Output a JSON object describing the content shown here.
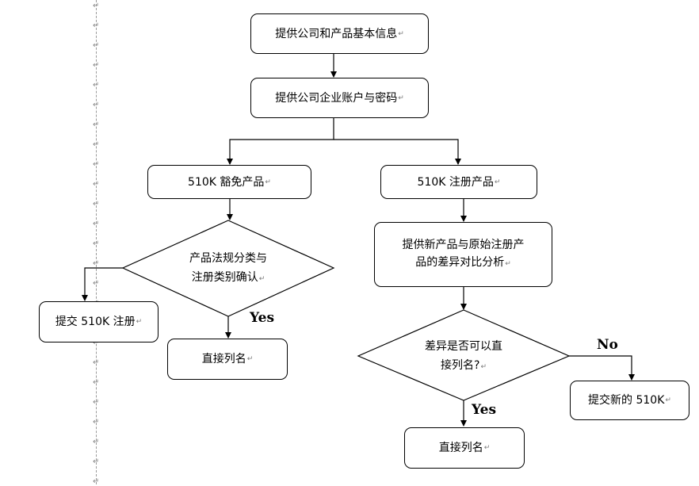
{
  "flowchart": {
    "nodes": {
      "n1": {
        "text": "提供公司和产品基本信息",
        "mark": "↵"
      },
      "n2": {
        "text": "提供公司企业账户与密码",
        "mark": "↵"
      },
      "n3": {
        "text": "510K 豁免产品",
        "mark": "↵"
      },
      "n4": {
        "text": "510K 注册产品",
        "mark": "↵"
      },
      "d1": {
        "line1": "产品法规分类与",
        "line2": "注册类别确认",
        "mark": "↵"
      },
      "n5": {
        "line1": "提供新产品与原始注册产",
        "line2": "品的差异对比分析",
        "mark": "↵"
      },
      "n6": {
        "text": "提交 510K  注册",
        "mark": "↵"
      },
      "n7": {
        "text": "直接列名",
        "mark": "↵"
      },
      "d2": {
        "line1": "差异是否可以直",
        "line2": "接列名?",
        "mark": "↵"
      },
      "n8": {
        "text": "提交新的 510K",
        "mark": "↵"
      },
      "n9": {
        "text": "直接列名",
        "mark": "↵"
      }
    },
    "edge_labels": {
      "yes1": "Yes",
      "no": "No",
      "yes2": "Yes"
    }
  },
  "margin": {
    "paragraph_mark": "↵"
  }
}
